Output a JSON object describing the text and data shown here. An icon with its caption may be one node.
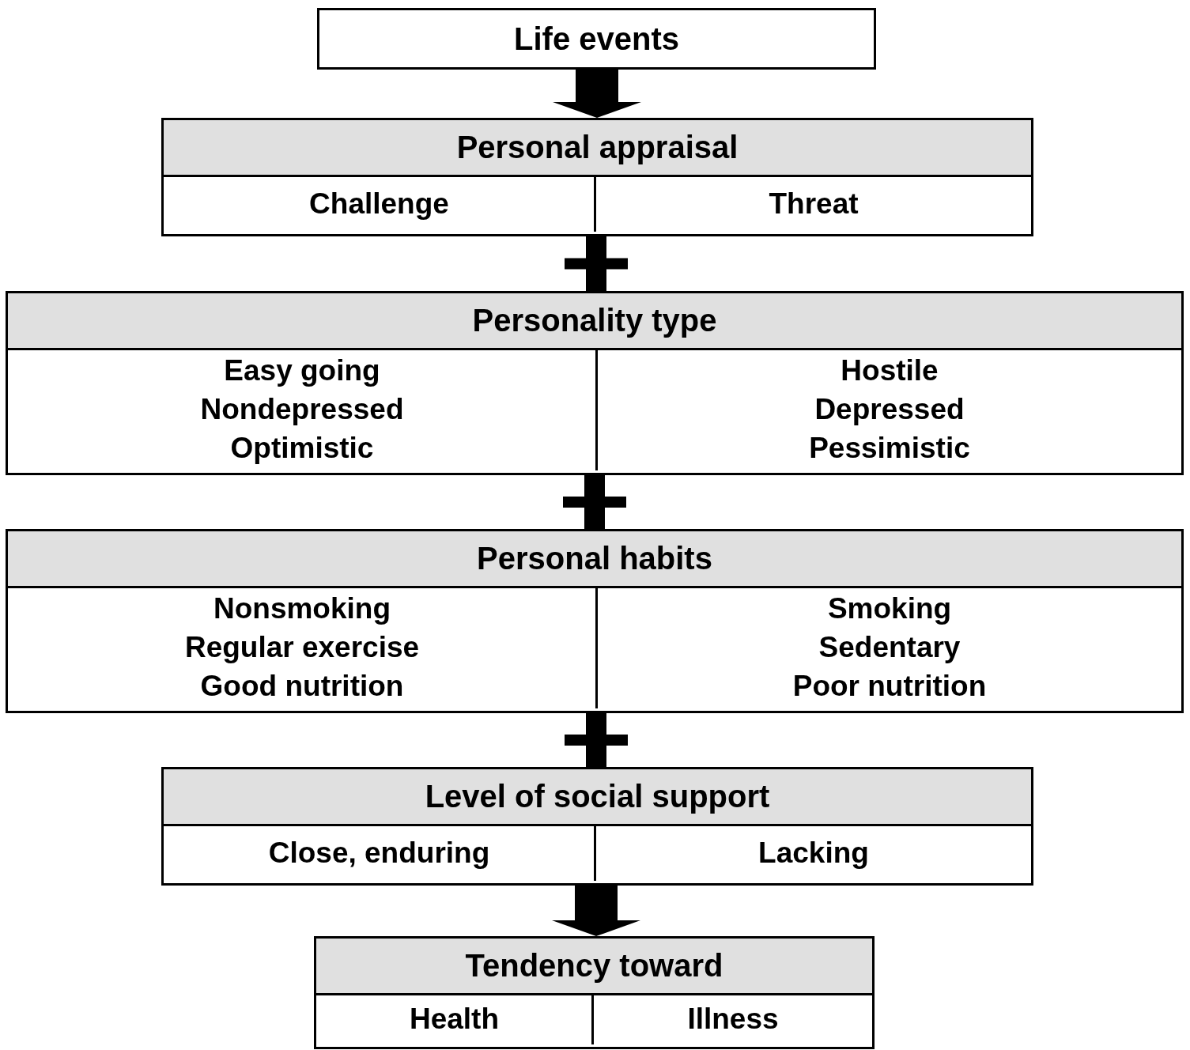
{
  "diagram": {
    "nodes": [
      {
        "text": [
          "Life events"
        ]
      },
      {
        "text": [
          "Personal appraisal"
        ]
      },
      {
        "text": [
          "Challenge"
        ],
        "in": 1
      },
      {
        "text": [
          "Threat"
        ],
        "in": 1
      },
      {
        "text": [
          "Personality type"
        ]
      },
      {
        "text": [
          "Easy going",
          "Nondepressed",
          "Optimistic"
        ],
        "in": 4
      },
      {
        "text": [
          "Hostile",
          "Depressed",
          "Pessimistic"
        ],
        "in": 4
      },
      {
        "text": [
          "Personal habits"
        ]
      },
      {
        "text": [
          "Nonsmoking",
          "Regular exercise",
          "Good nutrition"
        ],
        "in": 7
      },
      {
        "text": [
          "Smoking",
          "Sedentary",
          "Poor nutrition"
        ],
        "in": 7
      },
      {
        "text": [
          "Level of social support"
        ]
      },
      {
        "text": [
          "Close, enduring"
        ],
        "in": 10
      },
      {
        "text": [
          "Lacking"
        ],
        "in": 10
      },
      {
        "text": [
          "Tendency toward"
        ]
      },
      {
        "text": [
          "Health"
        ],
        "in": 13
      },
      {
        "text": [
          "Illness"
        ],
        "in": 13
      }
    ],
    "edges": [
      {
        "from": 0,
        "to": 1,
        "arrow": "to",
        "style": "thick"
      },
      {
        "from": 1,
        "to": 4,
        "arrow": "none",
        "style": "thick"
      },
      {
        "from": 4,
        "to": 7,
        "arrow": "none",
        "style": "thick"
      },
      {
        "from": 7,
        "to": 10,
        "arrow": "none",
        "style": "thick"
      },
      {
        "from": 10,
        "to": 13,
        "arrow": "to",
        "style": "thick"
      }
    ]
  }
}
